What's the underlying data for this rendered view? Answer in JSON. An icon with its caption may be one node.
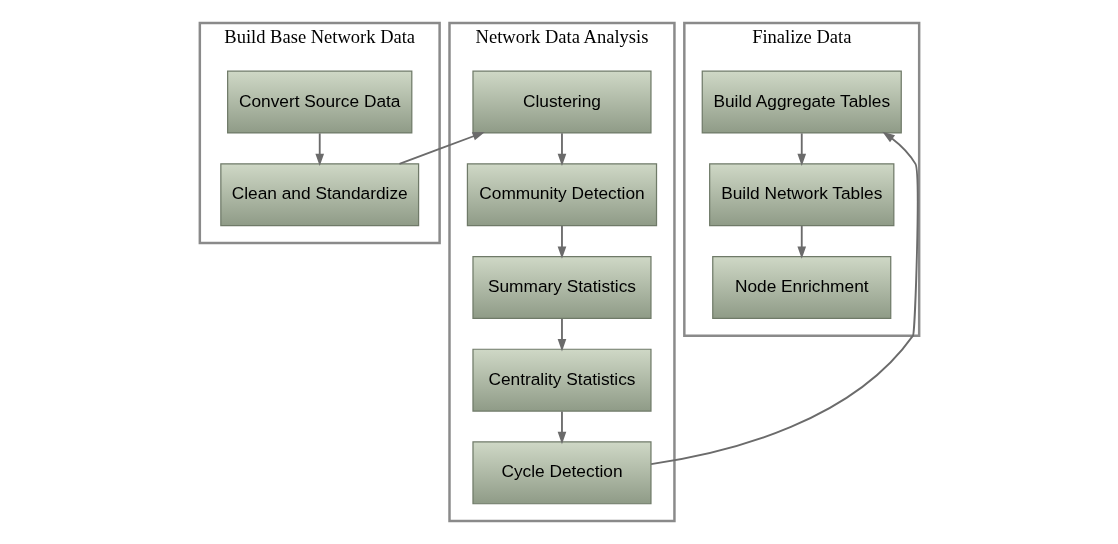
{
  "diagram": {
    "nodes": [
      {
        "text": [
          "Build Base Network Data"
        ]
      },
      {
        "text": [
          "Convert Source Data"
        ],
        "in": 0
      },
      {
        "text": [
          "Clean and Standardize"
        ],
        "in": 0
      },
      {
        "text": [
          "Network Data Analysis"
        ]
      },
      {
        "text": [
          "Clustering"
        ],
        "in": 3
      },
      {
        "text": [
          "Community Detection"
        ],
        "in": 3
      },
      {
        "text": [
          "Summary Statistics"
        ],
        "in": 3
      },
      {
        "text": [
          "Centrality Statistics"
        ],
        "in": 3
      },
      {
        "text": [
          "Cycle Detection"
        ],
        "in": 3
      },
      {
        "text": [
          "Finalize Data"
        ]
      },
      {
        "text": [
          "Build Aggregate Tables"
        ],
        "in": 9
      },
      {
        "text": [
          "Build Network Tables"
        ],
        "in": 9
      },
      {
        "text": [
          "Node Enrichment"
        ],
        "in": 9
      }
    ],
    "edges": [
      {
        "from": 1,
        "to": 2,
        "arrow": "to"
      },
      {
        "from": 2,
        "to": 4,
        "arrow": "to"
      },
      {
        "from": 4,
        "to": 5,
        "arrow": "to"
      },
      {
        "from": 5,
        "to": 6,
        "arrow": "to"
      },
      {
        "from": 6,
        "to": 7,
        "arrow": "to"
      },
      {
        "from": 7,
        "to": 8,
        "arrow": "to"
      },
      {
        "from": 8,
        "to": 10,
        "arrow": "to"
      },
      {
        "from": 10,
        "to": 11,
        "arrow": "to"
      },
      {
        "from": 11,
        "to": 12,
        "arrow": "to"
      }
    ]
  }
}
